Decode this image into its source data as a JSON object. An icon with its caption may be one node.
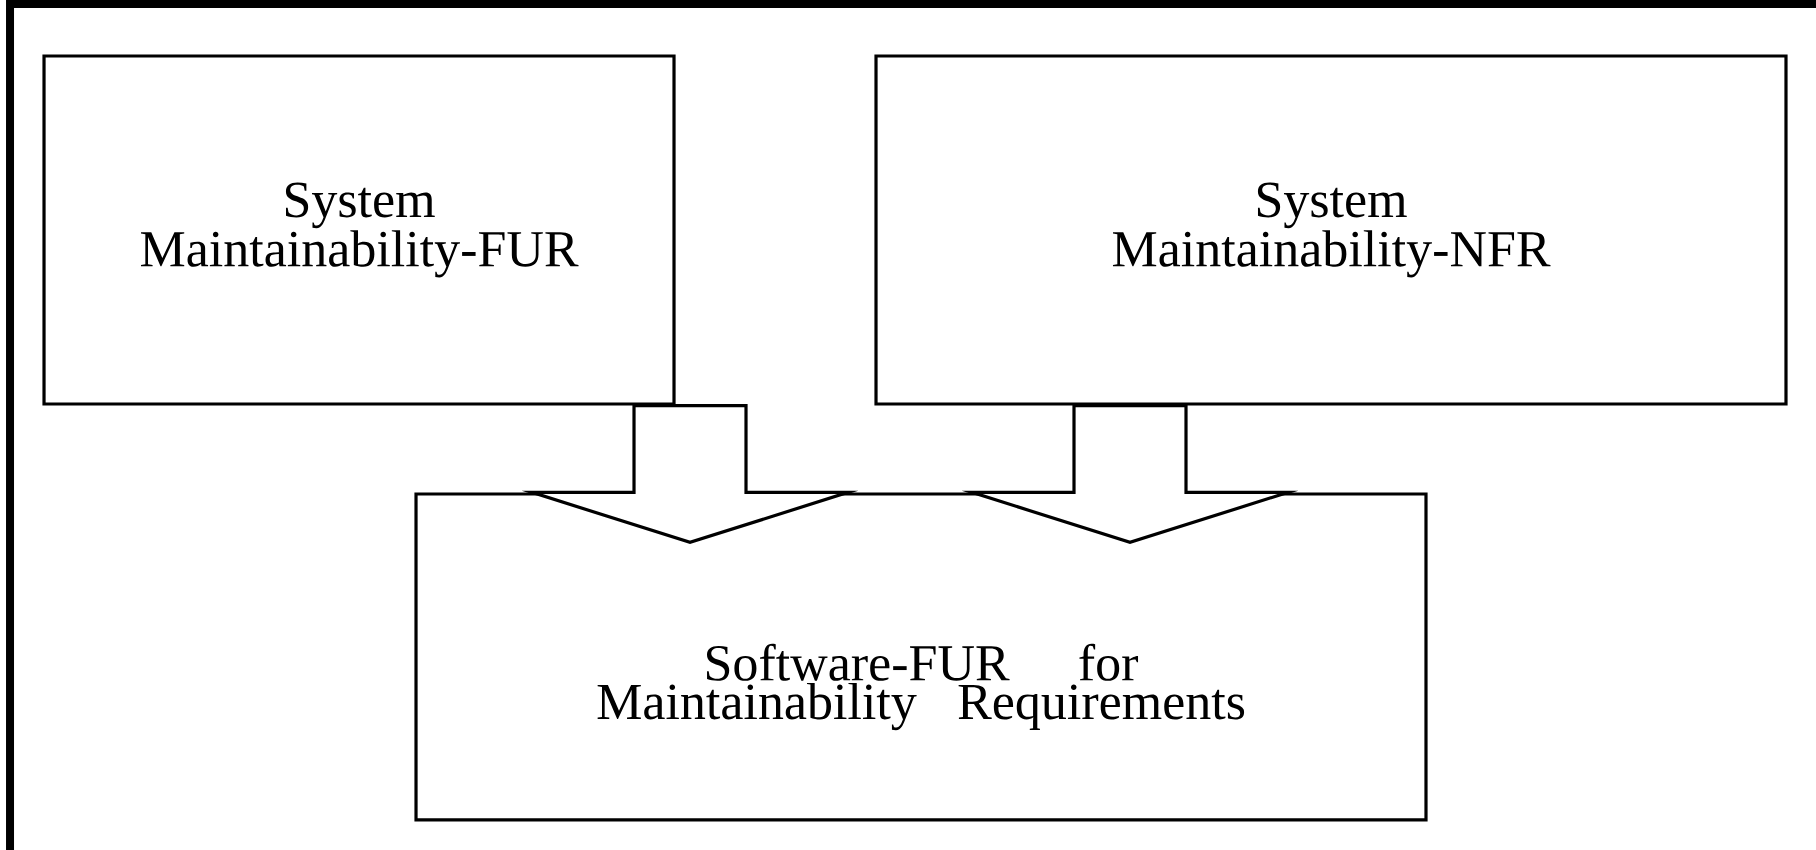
{
  "diagram": {
    "nodes": [
      {
        "text": [
          "System Maintainability-FUR"
        ]
      },
      {
        "text": [
          "System Maintainability-NFR"
        ]
      },
      {
        "text": [
          "Software-FUR for Maintainability Requirements"
        ]
      }
    ],
    "edges": [
      {
        "from": 0,
        "to": 2,
        "arrow": "to"
      },
      {
        "from": 1,
        "to": 2,
        "arrow": "to"
      }
    ]
  }
}
